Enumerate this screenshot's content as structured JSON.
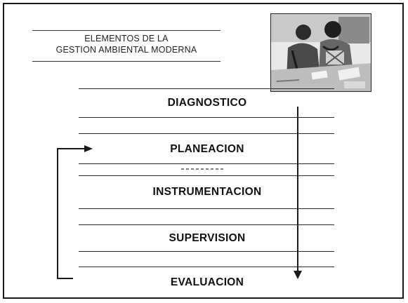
{
  "title": {
    "line1": "ELEMENTOS DE LA",
    "line2": "GESTION AMBIENTAL MODERNA"
  },
  "photo": {
    "icon": "people-at-desk-photo"
  },
  "steps": [
    "DIAGNOSTICO",
    "PLANEACION",
    "INSTRUMENTACION",
    "SUPERVISION",
    "EVALUACION"
  ],
  "colors": {
    "line": "#1a1a1a",
    "background": "#ffffff"
  }
}
